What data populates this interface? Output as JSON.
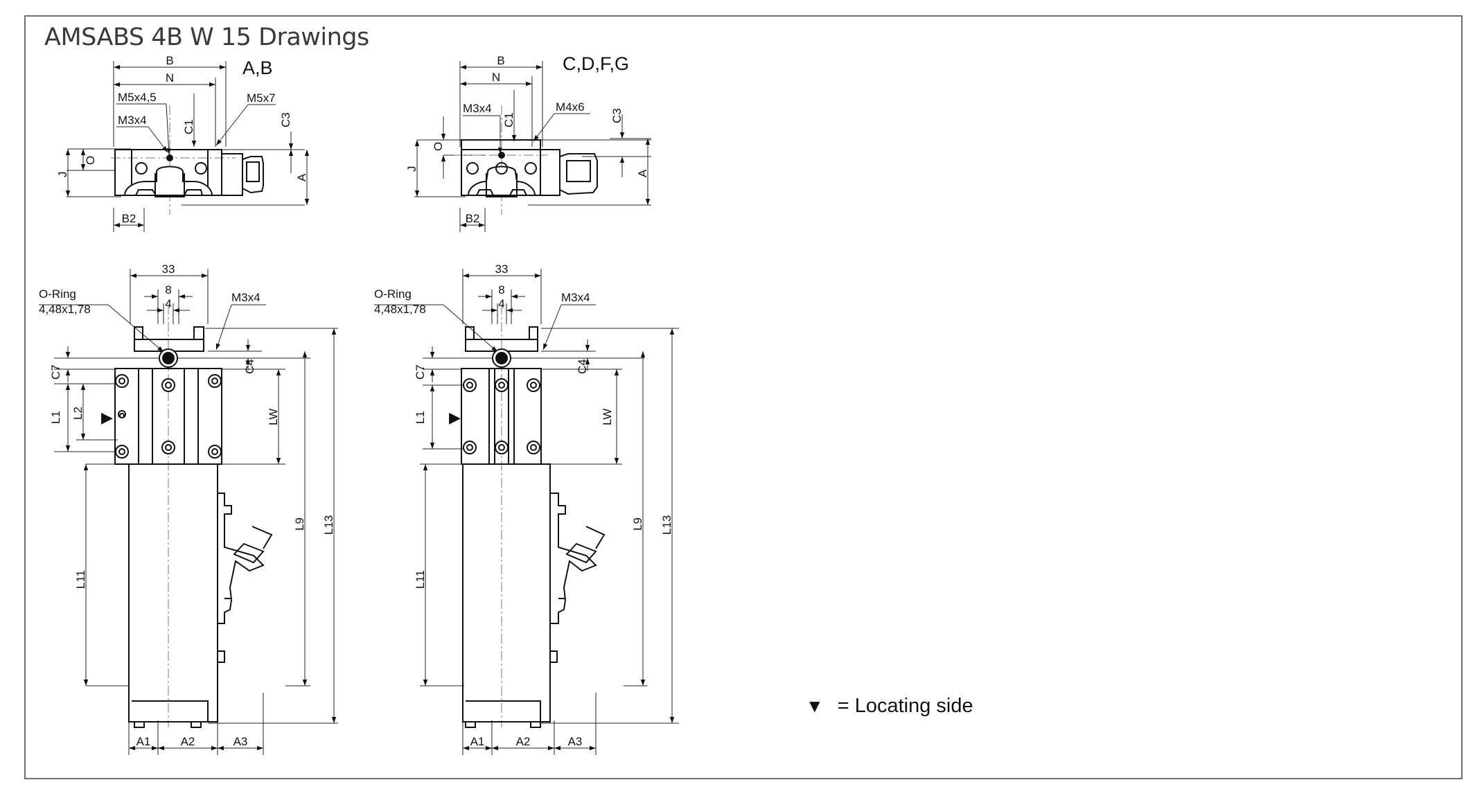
{
  "title": "AMSABS 4B W 15 Drawings",
  "legend": {
    "symbol": "▼",
    "text": "= Locating side"
  },
  "views": {
    "front_ab": {
      "caption": "A,B",
      "labels": {
        "B": "B",
        "N": "N",
        "M5x45": "M5x4,5",
        "M3x4": "M3x4",
        "M5x7": "M5x7",
        "C1": "C1",
        "C3": "C3",
        "O": "O",
        "J": "J",
        "A": "A",
        "B2": "B2"
      }
    },
    "front_cdfg": {
      "caption": "C,D,F,G",
      "labels": {
        "B": "B",
        "N": "N",
        "M3x4": "M3x4",
        "M4x6": "M4x6",
        "C1": "C1",
        "C3": "C3",
        "O": "O",
        "J": "J",
        "A": "A",
        "B2": "B2"
      }
    },
    "side_ab": {
      "labels": {
        "d33": "33",
        "d8": "8",
        "d4": "4",
        "oring1": "O-Ring",
        "oring2": "4,48x1,78",
        "M3x4": "M3x4",
        "C7": "C7",
        "C4": "C4",
        "L1": "L1",
        "L2": "L2",
        "LW": "LW",
        "L9": "L9",
        "L13": "L13",
        "L11": "L11",
        "A1": "A1",
        "A2": "A2",
        "A3": "A3",
        "marker": "▶"
      }
    },
    "side_cdfg": {
      "labels": {
        "d33": "33",
        "d8": "8",
        "d4": "4",
        "oring1": "O-Ring",
        "oring2": "4,48x1,78",
        "M3x4": "M3x4",
        "C7": "C7",
        "C4": "C4",
        "L1": "L1",
        "LW": "LW",
        "L9": "L9",
        "L13": "L13",
        "L11": "L11",
        "A1": "A1",
        "A2": "A2",
        "A3": "A3",
        "marker": "▶"
      }
    }
  }
}
